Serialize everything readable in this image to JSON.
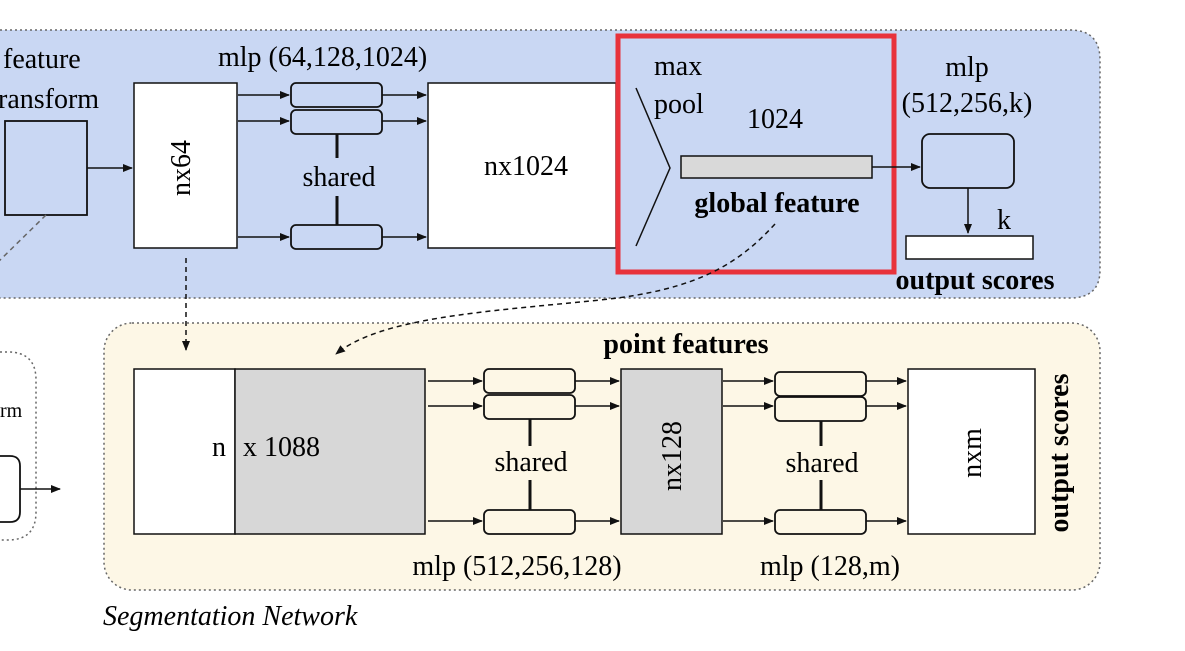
{
  "diagram": {
    "top_left_label_line1": "feature",
    "top_left_label_line2": "ransform",
    "top_nx64": "nx64",
    "top_mlp_label": "mlp (64,128,1024)",
    "top_shared": "shared",
    "top_nx1024": "nx1024",
    "max_label": "max",
    "pool_label": "pool",
    "global_dim": "1024",
    "global_feature": "global feature",
    "right_mlp_label": "mlp",
    "right_mlp_params": "(512,256,k)",
    "k_label": "k",
    "output_scores_top": "output scores",
    "point_features": "point features",
    "seg_n": "n",
    "seg_x1088": "x 1088",
    "seg_shared1": "shared",
    "seg_mlp1": "mlp (512,256,128)",
    "seg_nx128": "nx128",
    "seg_shared2": "shared",
    "seg_mlp2": "mlp (128,m)",
    "seg_nxm": "nxm",
    "output_scores_vertical": "output scores",
    "segmentation_network": "Segmentation Network",
    "left_partial_text": "rm"
  },
  "colors": {
    "classification_bg": "#c9d7f3",
    "segmentation_bg": "#fdf7e6",
    "global_feature_bar": "#d9d9d9",
    "seg_block_gray": "#d7d7d7",
    "highlight_red": "#e8323b"
  }
}
